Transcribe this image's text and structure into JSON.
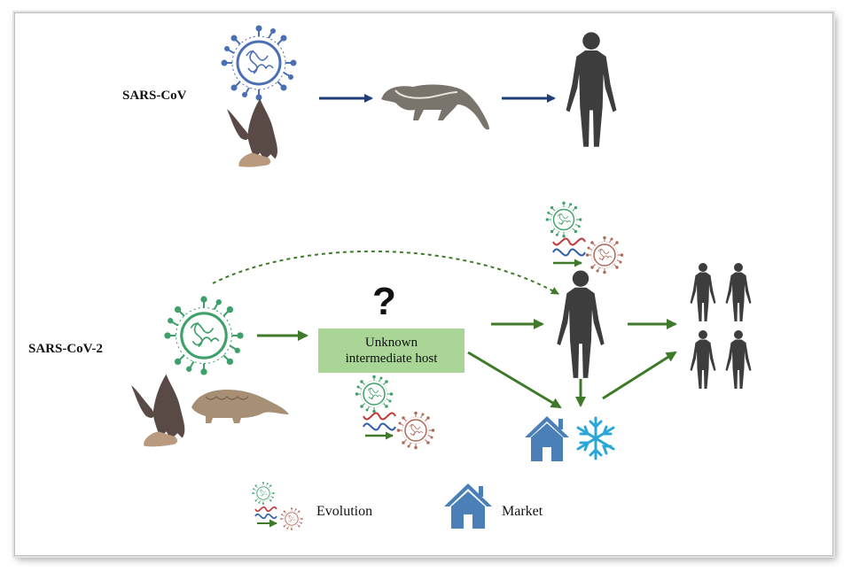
{
  "labels": {
    "sars_cov": "SARS-CoV",
    "sars_cov_2": "SARS-CoV-2",
    "question_mark": "?",
    "intermediate_host_line1": "Unknown",
    "intermediate_host_line2": "intermediate host"
  },
  "legend": {
    "evolution": "Evolution",
    "market": "Market"
  },
  "colors": {
    "sars_cov_arrow": "#1f3f7a",
    "sars_cov2_arrow": "#3f7a2a",
    "host_box": "#a9d597",
    "market_icon": "#4a7fb8",
    "cold_chain_icon": "#2aa7d6",
    "human": "#3d3d3d",
    "bat": "#5a4a45",
    "civet": "#7a756c",
    "pangolin": "#a68f74",
    "virus_blue": "#4a6fb5",
    "virus_green": "#3fa06a"
  },
  "icons": [
    "virus-icon",
    "bat-icon",
    "civet-icon",
    "pangolin-icon",
    "human-icon",
    "market-icon",
    "snowflake-icon",
    "dna-icon"
  ]
}
